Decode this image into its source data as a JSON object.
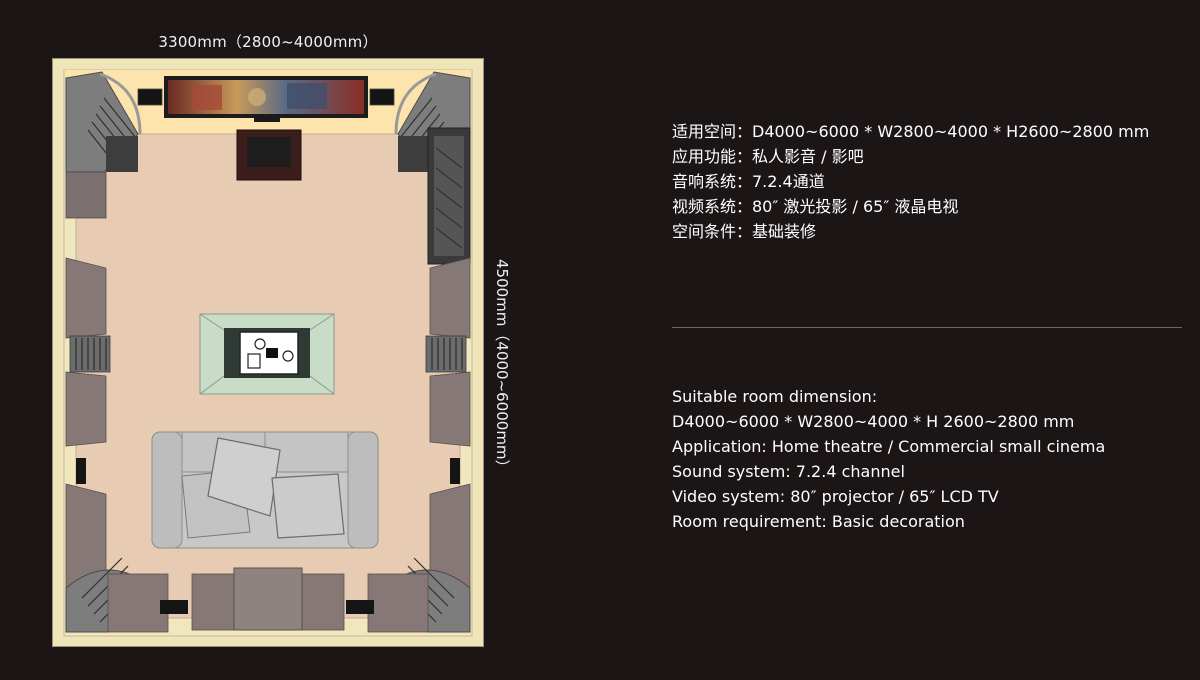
{
  "dimensions": {
    "width_label": "3300mm（2800~4000mm）",
    "depth_label": "4500mm（4000~6000mm）"
  },
  "specs_cn": [
    "适用空间：D4000~6000 * W2800~4000 * H2600~2800 mm",
    "应用功能：私人影音 / 影吧",
    "音响系统：7.2.4通道",
    "视频系统：80″ 激光投影 / 65″ 液晶电视",
    "空间条件：基础装修"
  ],
  "specs_en": [
    "Suitable room dimension:",
    "D4000~6000 * W2800~4000 * H 2600~2800 mm",
    "Application: Home theatre / Commercial small cinema",
    "Sound system: 7.2.4 channel",
    "Video system: 80″ projector / 65″ LCD TV",
    "Room requirement: Basic decoration"
  ],
  "colors": {
    "background": "#1b1516",
    "wall": "#efe5b8",
    "floor": "#e8cbb3",
    "panel": "#8a7e7b",
    "sofa": "#c8c8c8",
    "rug": "#c9dcc8"
  }
}
